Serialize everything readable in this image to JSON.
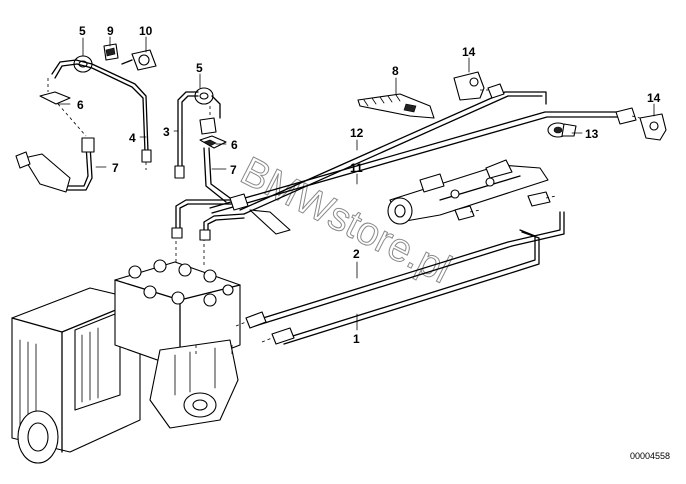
{
  "diagram": {
    "reference_number": "00004558",
    "watermark": "BMWstore.pl",
    "callouts": {
      "c1": "1",
      "c2": "2",
      "c3": "3",
      "c4": "4",
      "c5a": "5",
      "c5b": "5",
      "c6a": "6",
      "c6b": "6",
      "c7a": "7",
      "c7b": "7",
      "c8": "8",
      "c9": "9",
      "c10": "10",
      "c11": "11",
      "c12": "12",
      "c13": "13",
      "c14a": "14",
      "c14b": "14"
    }
  }
}
